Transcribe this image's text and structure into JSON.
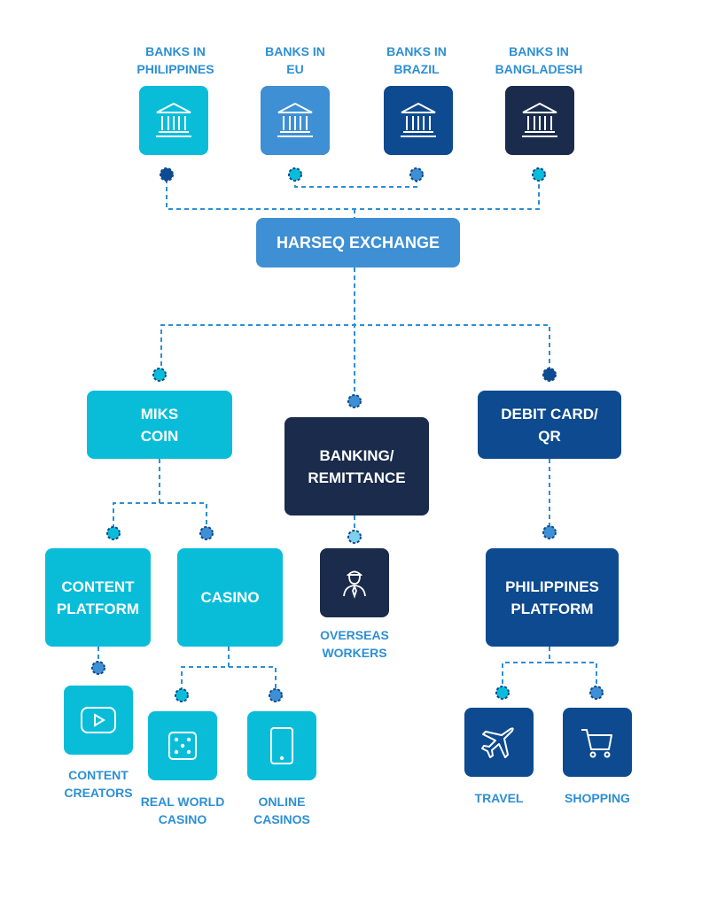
{
  "banks": [
    {
      "label": "BANKS IN\nPHILIPPINES",
      "icon": "bank-icon",
      "color": "#09bdd9"
    },
    {
      "label": "BANKS IN\nEU",
      "icon": "bank-icon",
      "color": "#3e8fd4"
    },
    {
      "label": "BANKS IN\nBRAZIL",
      "icon": "bank-icon",
      "color": "#0d4a8f"
    },
    {
      "label": "BANKS IN\nBANGLADESH",
      "icon": "bank-icon",
      "color": "#1a2b4c"
    }
  ],
  "exchange": {
    "label": "HARSEQ EXCHANGE",
    "color": "#3e8fd4"
  },
  "services": {
    "miks_coin": "MIKS\nCOIN",
    "banking": "BANKING/\nREMITTANCE",
    "debit_card": "DEBIT CARD/\nQR"
  },
  "sub": {
    "content_platform": "CONTENT\nPLATFORM",
    "casino": "CASINO",
    "philippines_platform": "PHILIPPINES\nPLATFORM"
  },
  "leaves": {
    "overseas_workers": "OVERSEAS\nWORKERS",
    "content_creators": "CONTENT\nCREATORS",
    "real_world_casino": "REAL WORLD\nCASINO",
    "online_casinos": "ONLINE\nCASINOS",
    "travel": "TRAVEL",
    "shopping": "SHOPPING"
  },
  "icons": {
    "worker": "worker-icon",
    "video": "video-play-icon",
    "dice": "dice-icon",
    "phone": "smartphone-icon",
    "plane": "airplane-icon",
    "cart": "shopping-cart-icon"
  },
  "colors": {
    "cyan": "#09bdd9",
    "light_blue": "#3e8fd4",
    "mid_blue": "#0d4a8f",
    "dark_navy": "#1a2b4c",
    "label_blue": "#2d8fd5",
    "connector": "#2d8fd5"
  }
}
